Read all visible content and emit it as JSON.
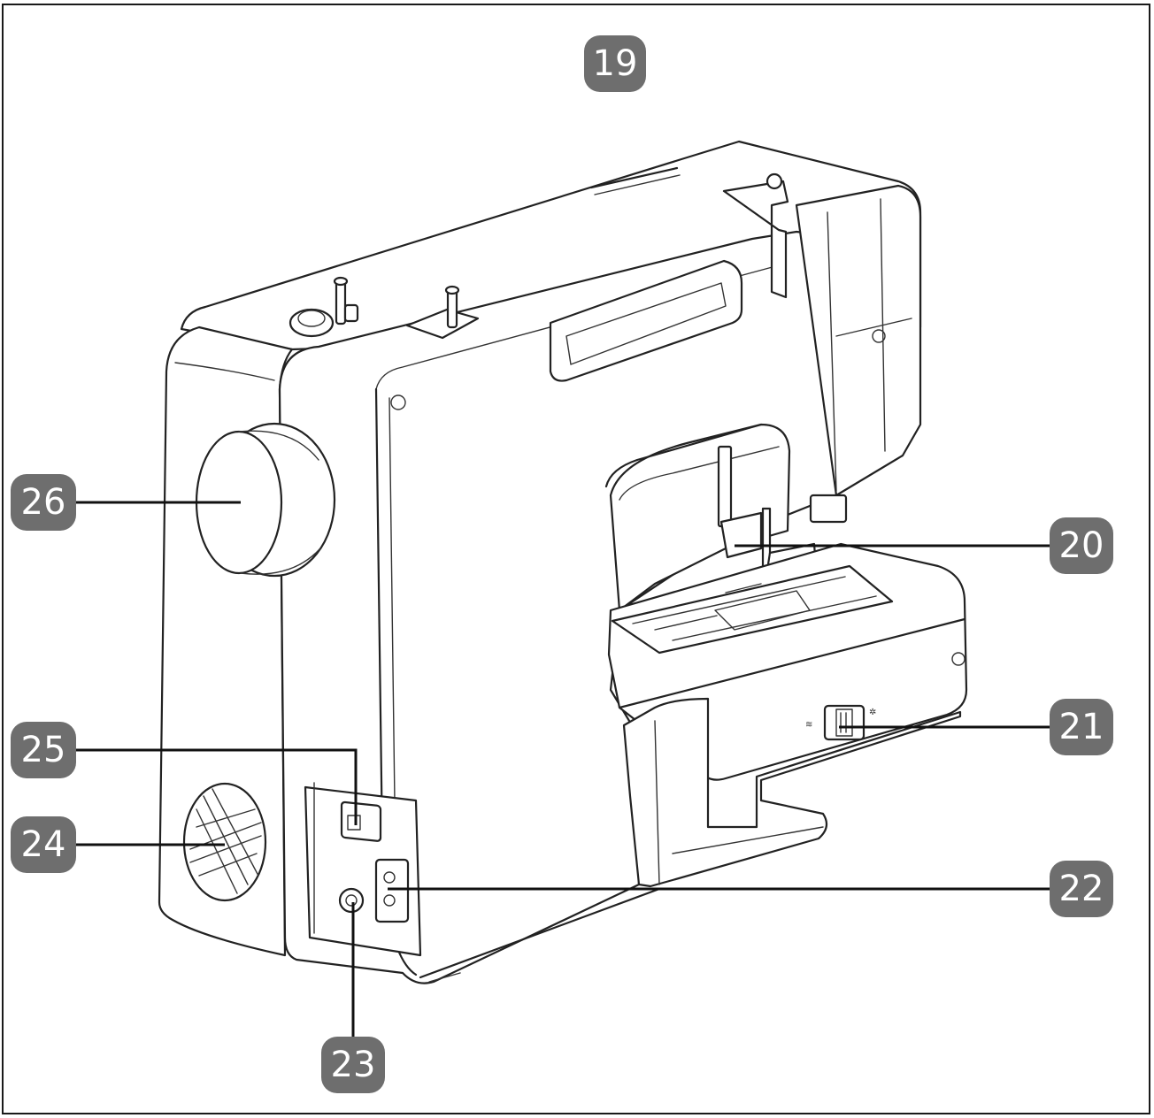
{
  "colors": {
    "badge": "#6e6e6e",
    "badge_text": "#ffffff",
    "line": "#222222",
    "frame": "#1a1a1a"
  },
  "callouts": [
    {
      "id": "19",
      "label": "19"
    },
    {
      "id": "20",
      "label": "20"
    },
    {
      "id": "21",
      "label": "21"
    },
    {
      "id": "22",
      "label": "22"
    },
    {
      "id": "23",
      "label": "23"
    },
    {
      "id": "24",
      "label": "24"
    },
    {
      "id": "25",
      "label": "25"
    },
    {
      "id": "26",
      "label": "26"
    }
  ]
}
